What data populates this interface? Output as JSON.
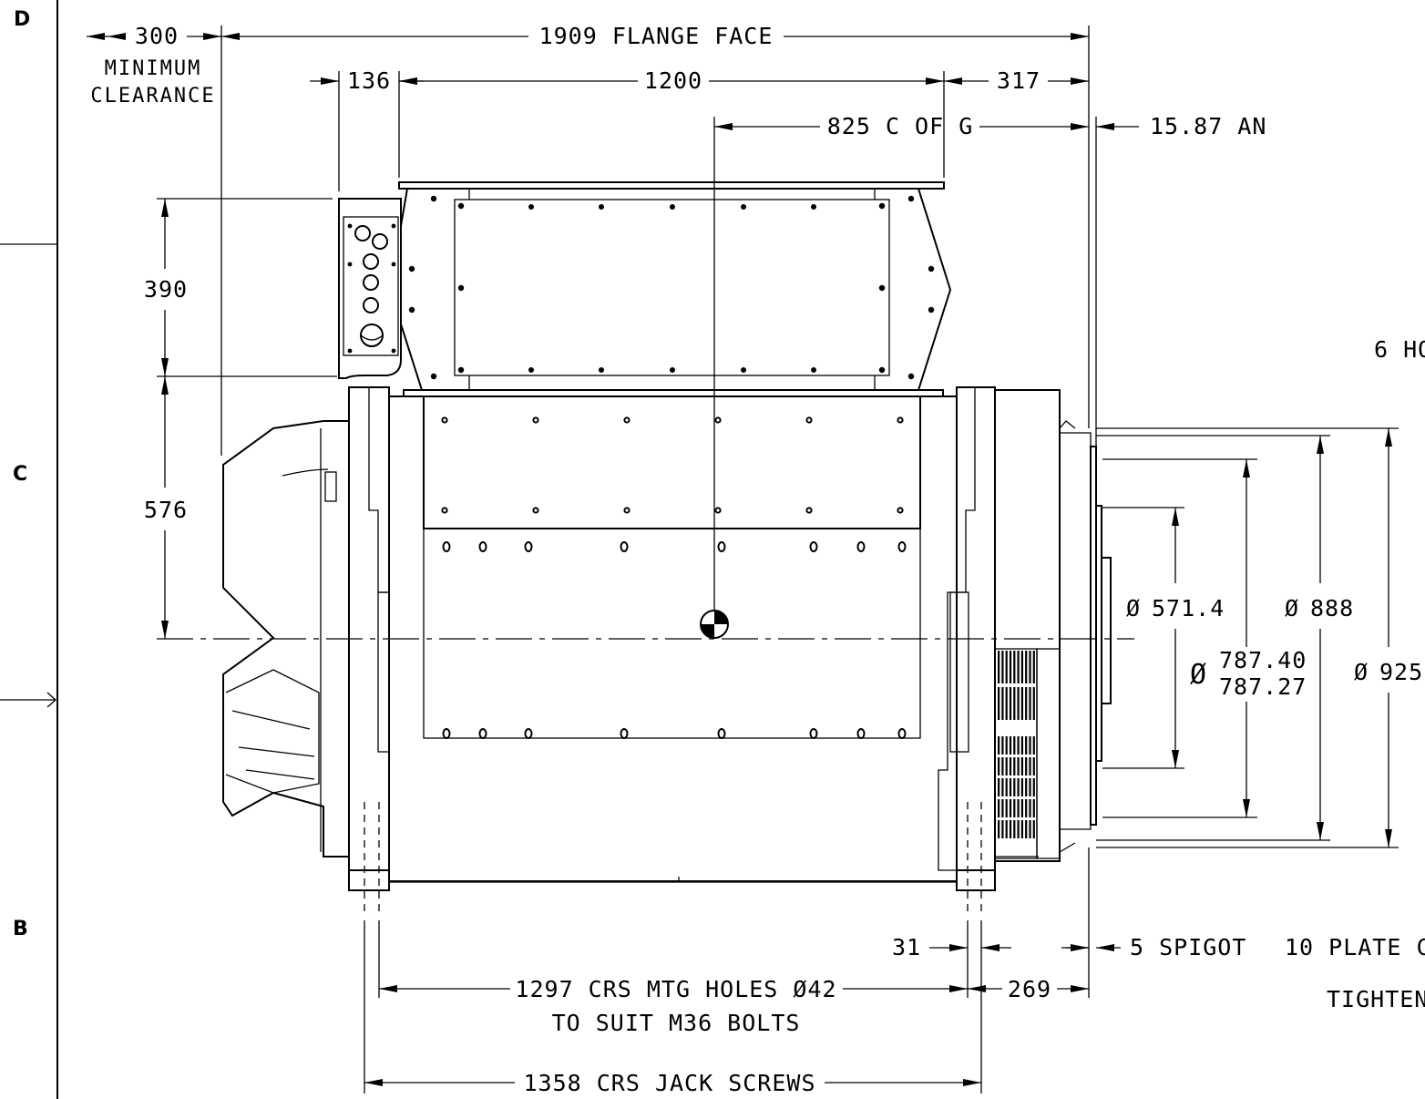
{
  "zones": [
    "D",
    "C",
    "B"
  ],
  "dimensions": {
    "min_clearance_value": "300",
    "min_clearance_label_1": "MINIMUM",
    "min_clearance_label_2": "CLEARANCE",
    "flange_face": "1909 FLANGE FACE",
    "d136": "136",
    "d1200": "1200",
    "d317": "317",
    "cog": "825 C OF G",
    "d1587": "15.87 AN",
    "d390": "390",
    "d576": "576",
    "holes_note": "6 HO",
    "dia_5714": "571.4",
    "dia_888": "888",
    "dia_78740": "787.40",
    "dia_78727": "787.27",
    "dia_925": "925",
    "d31": "31",
    "spigot": "5 SPIGOT",
    "plate_note": "10 PLATE C",
    "tighten_note": "TIGHTEN",
    "mtg_holes_1": "1297 CRS MTG HOLES Ø42",
    "mtg_holes_2": "TO SUIT M36 BOLTS",
    "d269": "269",
    "jack_screws": "1358 CRS JACK SCREWS"
  },
  "symbols": {
    "diameter": "Ø"
  }
}
